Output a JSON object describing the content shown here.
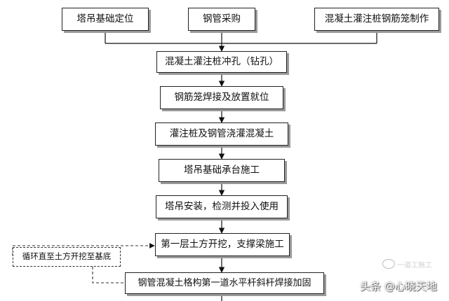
{
  "steps": {
    "tower_crane_positioning": "塔吊基础定位",
    "steel_pipe_purchase": "钢管采购",
    "cage_fabrication": "混凝土灌注桩钢筋笼制作",
    "punching_drilling": "混凝土灌注桩冲孔（钻孔）",
    "cage_welding_placement": "钢筋笼焊接及放置就位",
    "pile_pipe_pouring": "灌注桩及钢管浇灌混凝土",
    "cap_construction": "塔吊基础承台施工",
    "crane_install_inspect": "塔吊安装，检测并投入使用",
    "first_layer_excavation": "第一层土方开挖，支撑梁施工",
    "first_brace_welding": "钢管混凝土格构第一道水平杆斜杆焊接加固"
  },
  "loop_note": "循环直至土方开挖至基底",
  "watermark": {
    "text": "头条 @心晓天地",
    "faint_text": "一道工施工"
  }
}
